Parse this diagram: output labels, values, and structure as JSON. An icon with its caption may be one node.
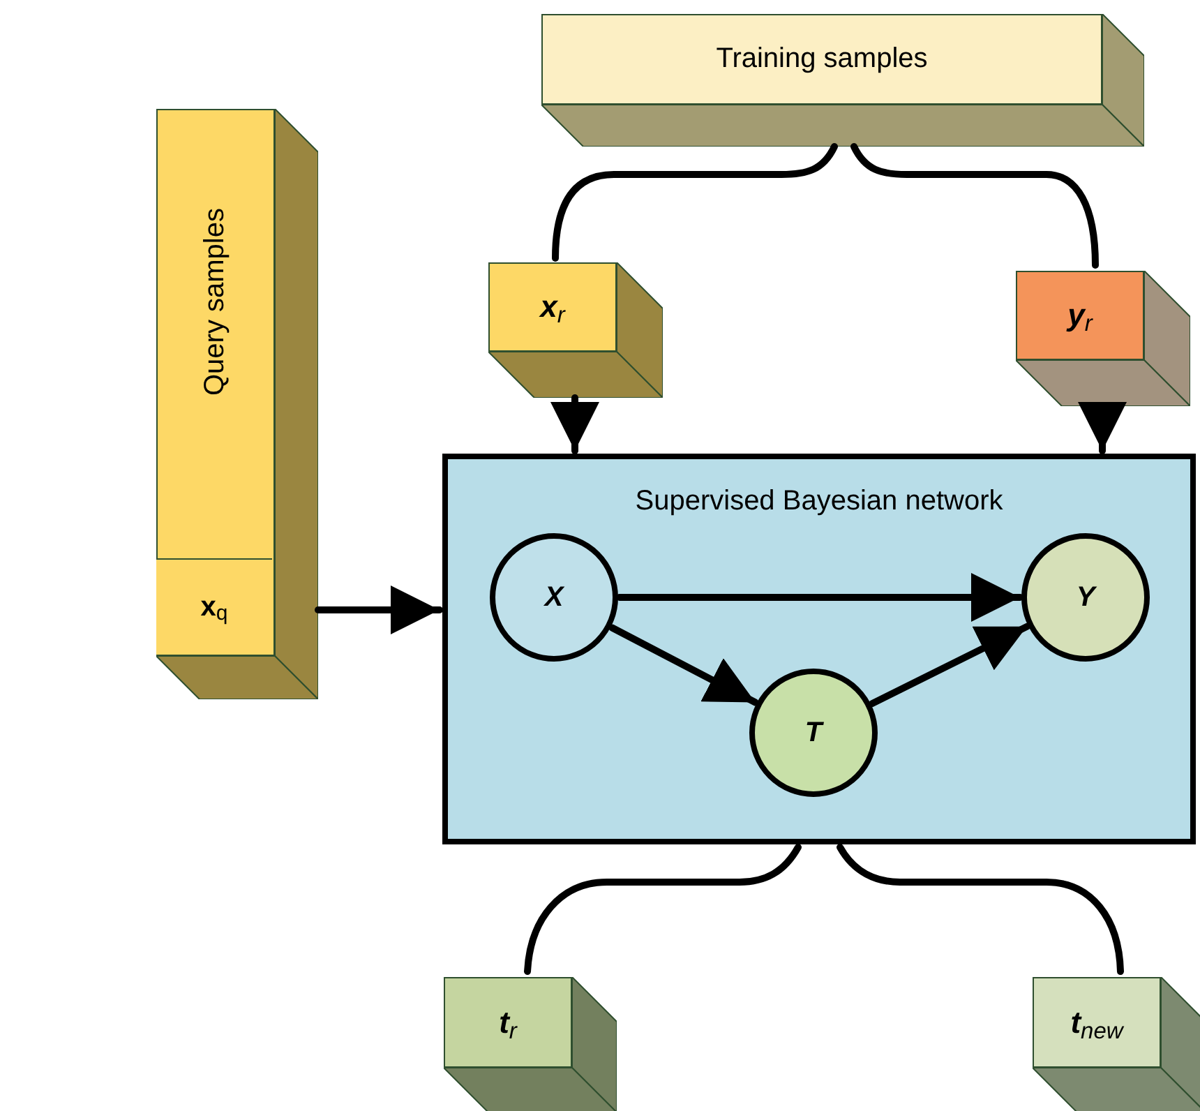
{
  "diagram": {
    "nodes": [
      {
        "text": [
          "Training samples"
        ]
      },
      {
        "text": [
          "Query samples"
        ]
      },
      {
        "text": [
          "**x**$_{q}$"
        ],
        "in": 1
      },
      {
        "text": [
          "**x**$_{r}$"
        ]
      },
      {
        "text": [
          "**y**$_{r}$"
        ]
      },
      {
        "text": [
          "Supervised Bayesian network"
        ]
      },
      {
        "text": [
          "X"
        ],
        "in": 5
      },
      {
        "text": [
          "Y"
        ],
        "in": 5
      },
      {
        "text": [
          "T"
        ],
        "in": 5
      },
      {
        "text": [
          "**t**$_{r}$"
        ]
      },
      {
        "text": [
          "**t**$_{new}$"
        ]
      }
    ],
    "edges": [
      {
        "from": 0,
        "to": 3,
        "arrow": "none"
      },
      {
        "from": 0,
        "to": 4,
        "arrow": "none"
      },
      {
        "from": 3,
        "to": 5,
        "arrow": "to"
      },
      {
        "from": 4,
        "to": 5,
        "arrow": "to"
      },
      {
        "from": 2,
        "to": 5,
        "arrow": "to"
      },
      {
        "from": 6,
        "to": 7,
        "arrow": "to"
      },
      {
        "from": 6,
        "to": 8,
        "arrow": "to"
      },
      {
        "from": 8,
        "to": 7,
        "arrow": "to"
      },
      {
        "from": 5,
        "to": 9,
        "arrow": "none"
      },
      {
        "from": 5,
        "to": 10,
        "arrow": "none"
      }
    ]
  }
}
